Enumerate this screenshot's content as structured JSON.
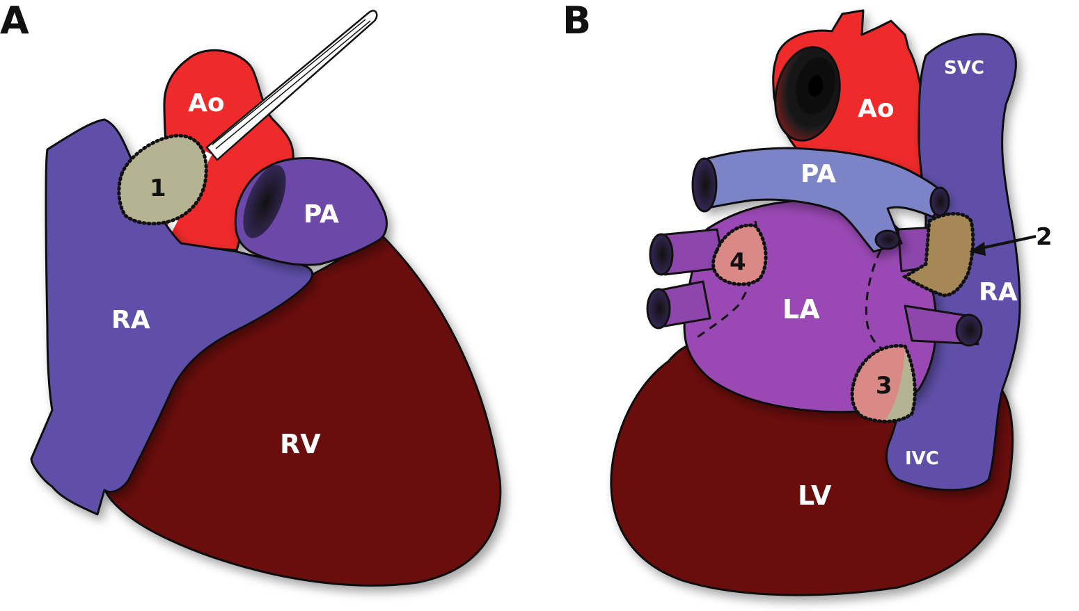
{
  "colors": {
    "aorta": "#ee2a2a",
    "right_atrium": "#5f4fa8",
    "pulmonary_artery_a": "#6c4aa8",
    "pulmonary_artery_b": "#7c83c6",
    "ventricle": "#6b0a0a",
    "left_atrium": "#9a4ab4",
    "pulmonary_veins": "#8c46ac",
    "site_khaki": "#b5b392",
    "site_pink": "#d98a86",
    "site_shadow": "#a68856"
  },
  "panel_a": {
    "letter": "A",
    "labels": {
      "ao": "Ao",
      "pa": "PA",
      "ra": "RA",
      "rv": "RV"
    },
    "sites": [
      {
        "num": "1"
      }
    ]
  },
  "panel_b": {
    "letter": "B",
    "labels": {
      "ao": "Ao",
      "pa": "PA",
      "svc": "SVC",
      "la": "LA",
      "ra": "RA",
      "ivc": "IVC",
      "lv": "LV"
    },
    "sites": [
      {
        "num": "2"
      },
      {
        "num": "3"
      },
      {
        "num": "4"
      }
    ]
  }
}
